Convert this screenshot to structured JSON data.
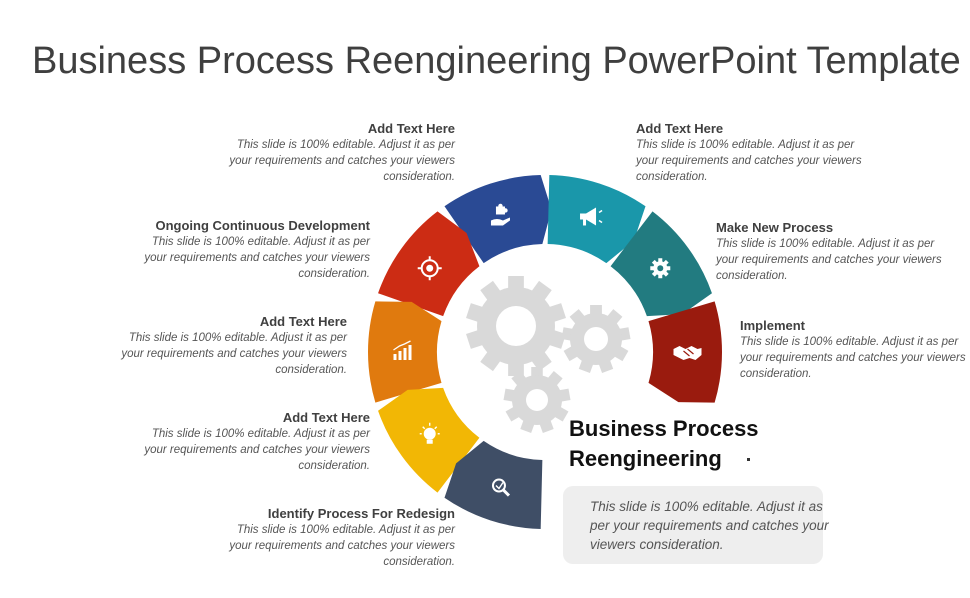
{
  "title": "Business Process Reengineering PowerPoint Template",
  "segments": [
    {
      "color": "#2a4a94",
      "icon": "hand-puzzle-icon",
      "heading": "Add Text Here",
      "body": "This slide is 100% editable. Adjust it as per your requirements and catches your viewers consideration."
    },
    {
      "color": "#1a97aa",
      "icon": "megaphone-icon",
      "heading": "Add Text Here",
      "body": "This slide is 100% editable. Adjust it as per your requirements and catches your viewers consideration."
    },
    {
      "color": "#227b80",
      "icon": "gear-icon",
      "heading": "Make New Process",
      "body": "This slide is 100% editable. Adjust it as per your requirements and catches your viewers consideration."
    },
    {
      "color": "#9a1b0e",
      "icon": "handshake-icon",
      "heading": "Implement",
      "body": "This slide is 100% editable. Adjust it as per your requirements and catches your viewers consideration."
    },
    {
      "color": "#cc2c14",
      "icon": "target-icon",
      "heading": "Ongoing Continuous Development",
      "body": "This slide is 100% editable. Adjust it as per your requirements and catches your viewers consideration."
    },
    {
      "color": "#e07a0e",
      "icon": "bar-chart-icon",
      "heading": "Add Text Here",
      "body": "This slide is 100% editable. Adjust it as per your requirements and catches your viewers consideration."
    },
    {
      "color": "#f2b705",
      "icon": "lightbulb-icon",
      "heading": "Add Text Here",
      "body": "This slide is 100% editable. Adjust it as per your requirements and catches your viewers consideration."
    },
    {
      "color": "#3f4e66",
      "icon": "magnifier-icon",
      "heading": "Identify Process For Redesign",
      "body": "This slide is 100% editable. Adjust it as per your requirements and catches your viewers consideration."
    }
  ],
  "center": {
    "title_line1": "Business Process",
    "title_line2": "Reengineering",
    "description": "This slide is 100% editable. Adjust it as per your requirements and catches your viewers consideration."
  },
  "colors": {
    "gear": "#d9d9d9",
    "title": "#3f3f3f"
  }
}
